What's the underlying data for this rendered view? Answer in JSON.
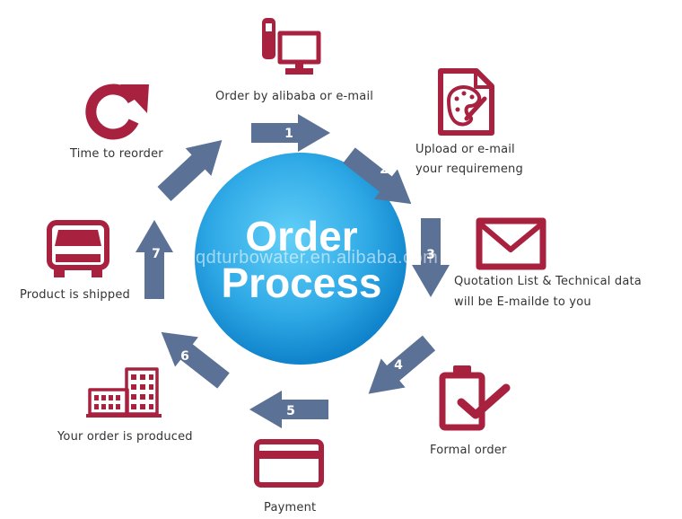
{
  "center": {
    "line1": "Order",
    "line2": "Process",
    "watermark": "qdturbowater.en.alibaba.com"
  },
  "colors": {
    "icon": "#A8213F",
    "arrow": "#5B7195",
    "circle_light": "#5CCBF6",
    "circle_dark": "#0F86CF"
  },
  "steps": [
    {
      "number": "1",
      "label": "Order by alibaba or e-mail",
      "icon": "phone-and-computer-icon"
    },
    {
      "number": "2",
      "label_line1": "Upload or e-mail",
      "label_line2": "your requiremeng",
      "icon": "document-with-palette-icon"
    },
    {
      "number": "3",
      "label_line1": "Quotation List & Technical data",
      "label_line2": "will be E-mailde to you",
      "icon": "envelope-icon"
    },
    {
      "number": "4",
      "label": "Formal order",
      "icon": "clipboard-check-icon"
    },
    {
      "number": "5",
      "label": "Payment",
      "icon": "credit-card-icon"
    },
    {
      "number": "6",
      "label": "Your order is produced",
      "icon": "factory-icon"
    },
    {
      "number": "7",
      "label": "Product is shipped",
      "icon": "truck-icon"
    },
    {
      "number": "",
      "label": "Time to reorder",
      "icon": "reorder-arrow-icon"
    }
  ]
}
